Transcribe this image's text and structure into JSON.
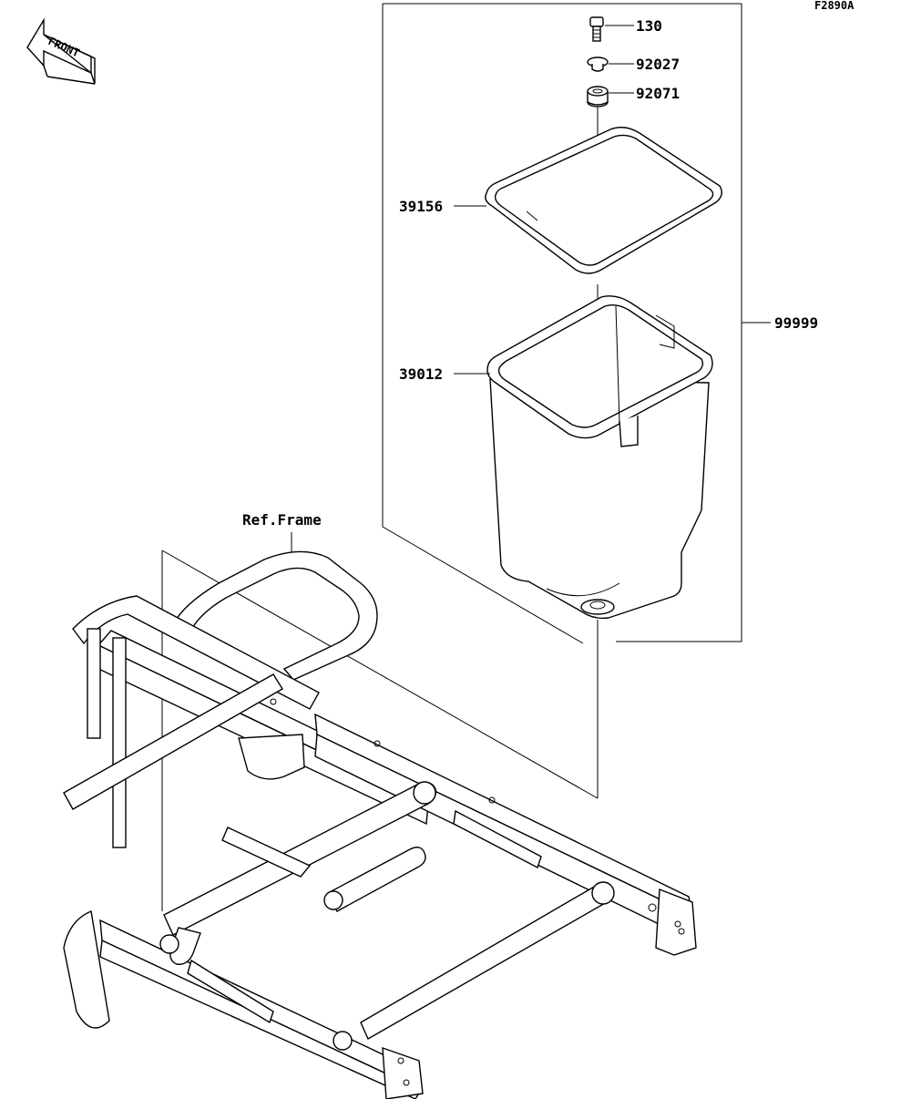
{
  "figure_code": "F2890A",
  "front_label": "FRONT",
  "callouts": {
    "part_130": "130",
    "part_92027": "92027",
    "part_92071": "92071",
    "part_39156": "39156",
    "part_39012": "39012",
    "part_99999": "99999",
    "ref_frame": "Ref.Frame"
  }
}
